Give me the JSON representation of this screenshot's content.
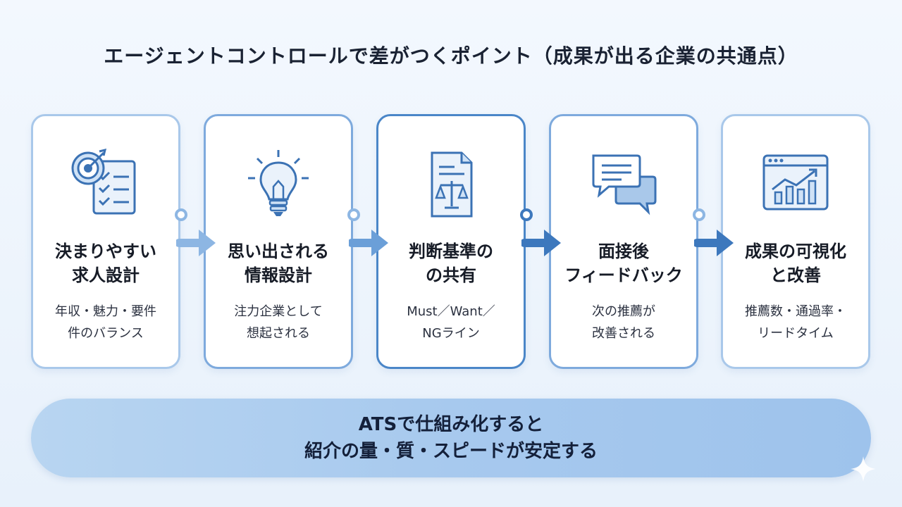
{
  "title": "エージェントコントロールで差がつくポイント（成果が出る企業の共通点）",
  "cards": [
    {
      "icon": "target-checklist-icon",
      "title": [
        "決まりやすい",
        "求人設計"
      ],
      "desc": [
        "年収・魅力・要件",
        "件のバランス"
      ]
    },
    {
      "icon": "lightbulb-icon",
      "title": [
        "思い出される",
        "情報設計"
      ],
      "desc": [
        "注力企業として",
        "想起される"
      ]
    },
    {
      "icon": "document-scale-icon",
      "title": [
        "判断基準の",
        "の共有"
      ],
      "desc": [
        "Must／Want／",
        "NGライン"
      ]
    },
    {
      "icon": "chat-bubbles-icon",
      "title": [
        "面接後",
        "フィードバック"
      ],
      "desc": [
        "次の推薦が",
        "改善される"
      ]
    },
    {
      "icon": "growth-chart-icon",
      "title": [
        "成果の可視化",
        "と改善"
      ],
      "desc": [
        "推薦数・通過率・",
        "リードタイム"
      ]
    }
  ],
  "banner": {
    "line1": "ATSで仕組み化すると",
    "line2": "紹介の量・質・スピードが安定する"
  },
  "colors": {
    "accent": "#4a86c8",
    "border_light": "#a9c8ea",
    "banner": "#a7c9ee",
    "icon_fill": "#dbe9f8"
  }
}
